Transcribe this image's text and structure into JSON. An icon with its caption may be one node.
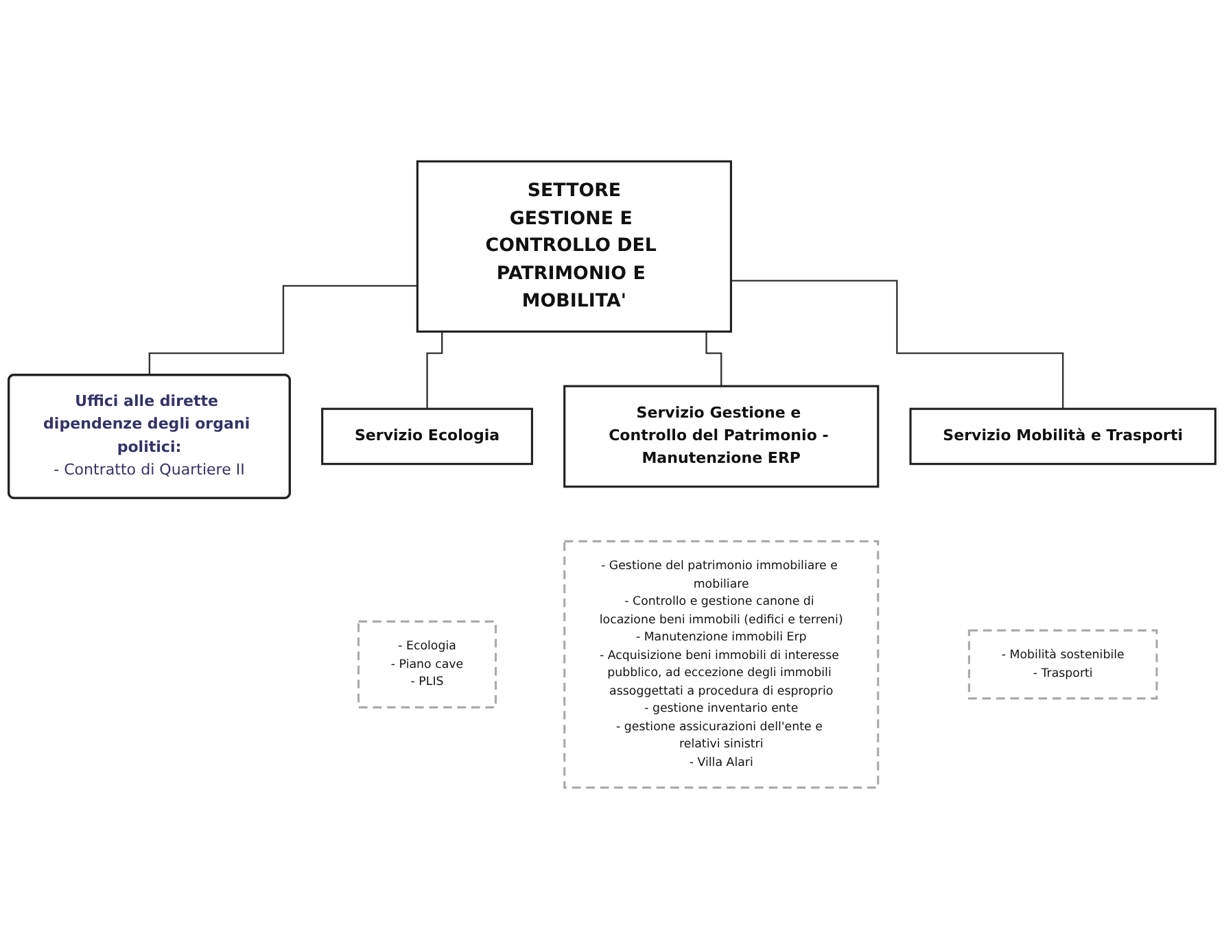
{
  "diagram": {
    "nodes": [
      {
        "text": [
          "SETTORE",
          "GESTIONE E CONTROLLO DEL PATRIMONIO E MOBILITA'"
        ]
      },
      {
        "text": [
          "Uffici alle dirette dipendenze degli organi politici:",
          "- Contratto di Quartiere II"
        ]
      },
      {
        "text": [
          "Servizio Ecologia"
        ]
      },
      {
        "text": [
          "Servizio Gestione e Controllo del Patrimonio - Manutenzione ERP"
        ]
      },
      {
        "text": [
          "Servizio Mobilità e Trasporti"
        ]
      },
      {
        "text": [
          "- Ecologia",
          "- Piano cave",
          "- PLIS"
        ]
      },
      {
        "text": [
          "- Gestione del patrimonio immobiliare e mobiliare",
          "- Controllo e gestione canone di locazione beni immobili (edifici e terreni)",
          "- Manutenzione immobili Erp",
          "- Acquisizione beni immobili di interesse pubblico, ad eccezione degli immobili assoggettati a procedura di esproprio",
          "- gestione inventario ente",
          "- gestione assicurazioni dell'ente e relativi sinistri",
          "- Villa Alari"
        ]
      },
      {
        "text": [
          "- Mobilità  sostenibile",
          "- Trasporti"
        ]
      }
    ],
    "edges": [
      {
        "from": 0,
        "to": 1,
        "arrow": "none"
      },
      {
        "from": 0,
        "to": 2,
        "arrow": "none"
      },
      {
        "from": 0,
        "to": 3,
        "arrow": "none"
      },
      {
        "from": 0,
        "to": 4,
        "arrow": "none"
      }
    ]
  }
}
